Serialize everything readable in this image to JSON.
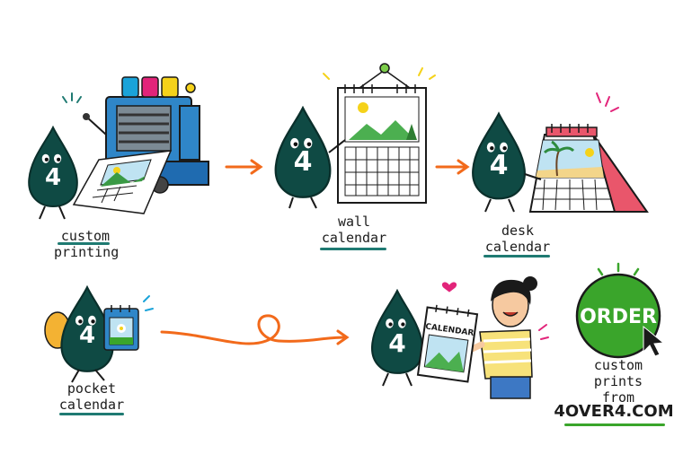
{
  "mascot": {
    "number": "4"
  },
  "captions": {
    "custom_printing": [
      "custom",
      "printing"
    ],
    "wall_calendar": [
      "wall",
      "calendar"
    ],
    "desk_calendar": [
      "desk",
      "calendar"
    ],
    "pocket_calendar": [
      "pocket",
      "calendar"
    ]
  },
  "calendar_sign": "CALENDAR",
  "cta": {
    "button": "ORDER",
    "lines": [
      "custom",
      "prints",
      "from"
    ],
    "brand": "4OVER4.COM"
  },
  "colors": {
    "mascot": "#0f4a44",
    "arrow": "#f26a1b",
    "order_button": "#3aa52b",
    "ink_cyan": "#1aa3d9",
    "ink_magenta": "#e2247a",
    "ink_yellow": "#f5d21a",
    "press_blue": "#2f86c8"
  }
}
